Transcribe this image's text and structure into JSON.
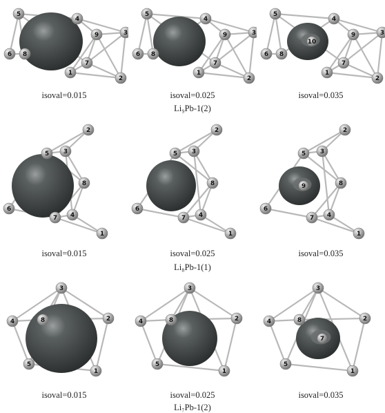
{
  "figure": {
    "rows": [
      {
        "group_label": "Li₉Pb-1(2)",
        "panels": [
          {
            "caption": "isoval=0.015"
          },
          {
            "caption": "isoval=0.025"
          },
          {
            "caption": "isoval=0.035"
          }
        ],
        "atom_labels": [
          "1",
          "2",
          "3",
          "4",
          "5",
          "6",
          "7",
          "8",
          "9",
          "10"
        ]
      },
      {
        "group_label": "Li₈Pb-1(1)",
        "panels": [
          {
            "caption": "isoval=0.015"
          },
          {
            "caption": "isoval=0.025"
          },
          {
            "caption": "isoval=0.035"
          }
        ],
        "atom_labels": [
          "1",
          "2",
          "3",
          "4",
          "5",
          "6",
          "7",
          "8",
          "9"
        ]
      },
      {
        "group_label": "Li₇Pb-1(2)",
        "panels": [
          {
            "caption": "isoval=0.015"
          },
          {
            "caption": "isoval=0.025"
          },
          {
            "caption": "isoval=0.035"
          }
        ],
        "atom_labels": [
          "1",
          "2",
          "3",
          "4",
          "5",
          "7",
          "8"
        ]
      }
    ]
  },
  "colors": {
    "isosurface": "#4a4e4e",
    "atom": "#a9a9a9",
    "bond": "#b8b8b8",
    "text": "#222222"
  }
}
